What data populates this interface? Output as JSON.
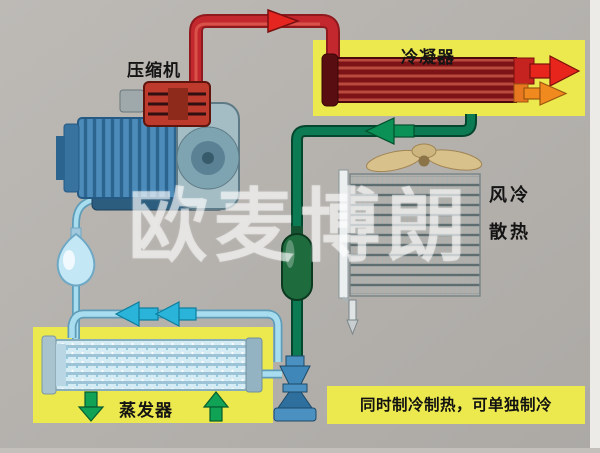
{
  "labels": {
    "compressor": "压缩机",
    "condenser": "冷凝器",
    "air_cooling_line1": "风冷",
    "air_cooling_line2": "散热",
    "evaporator": "蒸发器"
  },
  "caption": {
    "text": "同时制冷制热，可单独制冷"
  },
  "watermark": {
    "text": "欧麦博朗"
  },
  "colors": {
    "background_gray": "#b6b3af",
    "panel_yellow": "#ece94f",
    "hot_pipe_red": "#b2262b",
    "hot_arrow_red": "#e52520",
    "outlet_orange": "#f08a1e",
    "return_pipe_green": "#0c7a52",
    "flow_arrow_green": "#10a356",
    "cool_pipe_blue": "#9fd6ea",
    "chilled_arrow_cyan": "#2ab4da",
    "condenser_tube_dark_red": "#7c1316",
    "receiver_tank_green": "#1e6b3e",
    "compressor_blue": "#4d8cba",
    "fan_blade_tan": "#d9c18c"
  }
}
